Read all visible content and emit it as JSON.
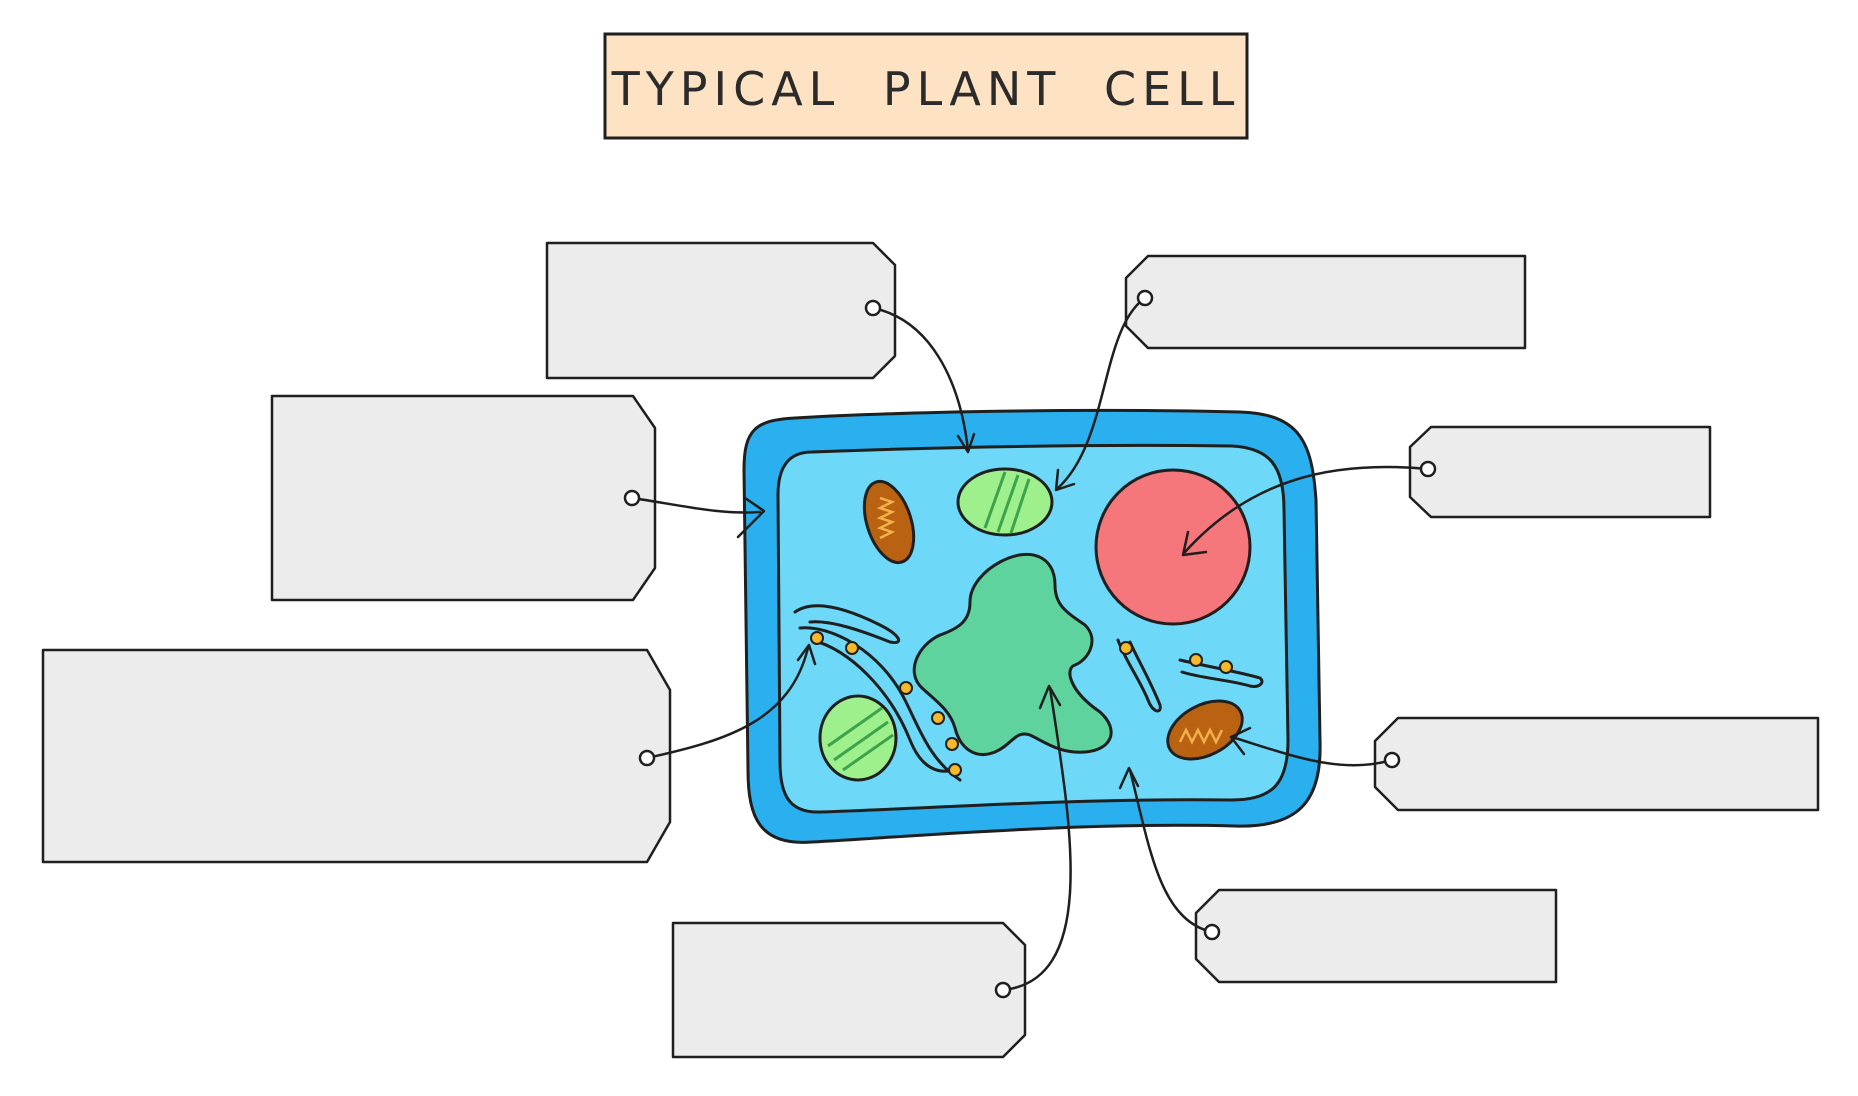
{
  "diagram": {
    "title": "TYPICAL PLANT CELL",
    "colors": {
      "title_box_fill": "#fde3c3",
      "label_fill": "#ececec",
      "outline": "#1f1f1f",
      "cell_wall": "#2ab0ee",
      "cytoplasm": "#6dd8f7",
      "vacuole": "#5fd39e",
      "nucleus": "#f5777c",
      "chloroplast": "#9ef08c",
      "chloroplast_stripes": "#3da24c",
      "mitochondrion": "#b86212",
      "mitochondrion_inner": "#f2b14a",
      "ribosome": "#f6b928"
    },
    "label_boxes": [
      {
        "name": "label-box-top-center"
      },
      {
        "name": "label-box-top-right"
      },
      {
        "name": "label-box-left-upper"
      },
      {
        "name": "label-box-right-upper"
      },
      {
        "name": "label-box-left-lower"
      },
      {
        "name": "label-box-right-lower"
      },
      {
        "name": "label-box-bottom-right"
      },
      {
        "name": "label-box-bottom-center"
      }
    ]
  }
}
